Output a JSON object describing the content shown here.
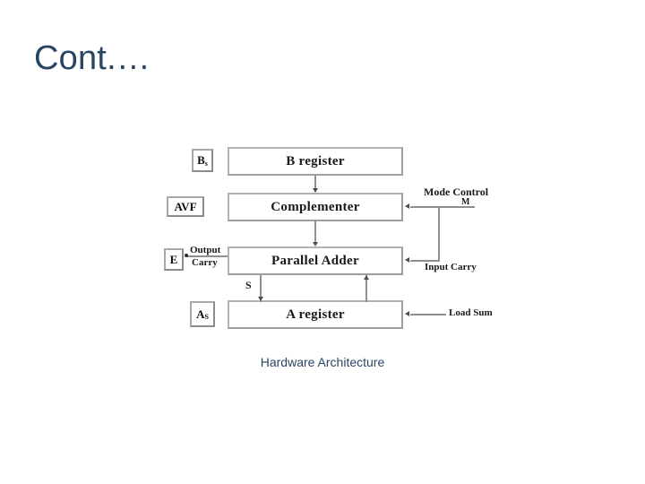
{
  "slide": {
    "title": "Cont.…",
    "background_color": "#ffffff",
    "title_color": "#2a4563"
  },
  "figure": {
    "caption": "Hardware Architecture",
    "caption_color": "#2a4563",
    "box_border_color": "#9d9d9d",
    "line_color": "#8f8f8f",
    "blocks": [
      {
        "id": "b-register",
        "label": "B register"
      },
      {
        "id": "complementer",
        "label": "Complementer"
      },
      {
        "id": "parallel-adder",
        "label": "Parallel Adder"
      },
      {
        "id": "a-register",
        "label": "A register"
      }
    ],
    "flags": [
      {
        "id": "bs",
        "main": "B",
        "sub": "s"
      },
      {
        "id": "avf",
        "main": "AVF",
        "sub": ""
      },
      {
        "id": "e",
        "main": "E",
        "sub": ""
      },
      {
        "id": "as",
        "main": "A",
        "sub": "S"
      }
    ],
    "annotations": {
      "output_carry_line1": "Output",
      "output_carry_line2": "Carry",
      "mode_control": "Mode Control",
      "mode_control_signal": "M",
      "input_carry": "Input Carry",
      "load_sum": "Load Sum",
      "sum_signal": "S"
    }
  }
}
